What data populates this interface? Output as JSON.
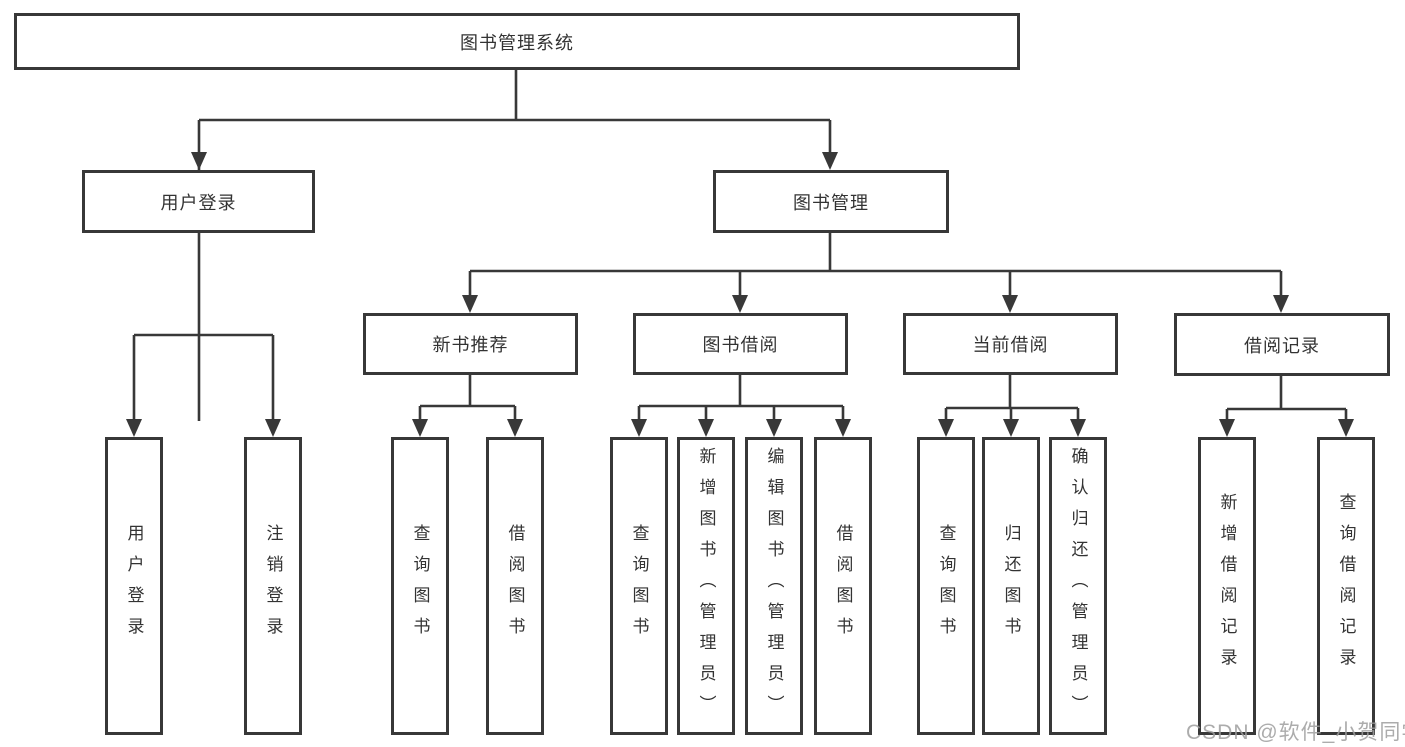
{
  "diagram": {
    "root": "图书管理系统",
    "user_login": {
      "label": "用户登录",
      "children": [
        "用户登录",
        "注销登录"
      ]
    },
    "book_mgmt": {
      "label": "图书管理",
      "new_books": {
        "label": "新书推荐",
        "children": [
          "查询图书",
          "借阅图书"
        ]
      },
      "book_borrow": {
        "label": "图书借阅",
        "children": [
          "查询图书",
          "新增图书（管理员）",
          "编辑图书（管理员）",
          "借阅图书"
        ]
      },
      "current_borrow": {
        "label": "当前借阅",
        "children": [
          "查询图书",
          "归还图书",
          "确认归还（管理员）"
        ]
      },
      "borrow_records": {
        "label": "借阅记录",
        "children": [
          "新增借阅记录",
          "查询借阅记录"
        ]
      }
    }
  },
  "watermark": "CSDN @软件_小贺同学",
  "colors": {
    "line": "#383838",
    "text": "#333333",
    "watermark": "#9e9e9e",
    "background": "#ffffff"
  }
}
